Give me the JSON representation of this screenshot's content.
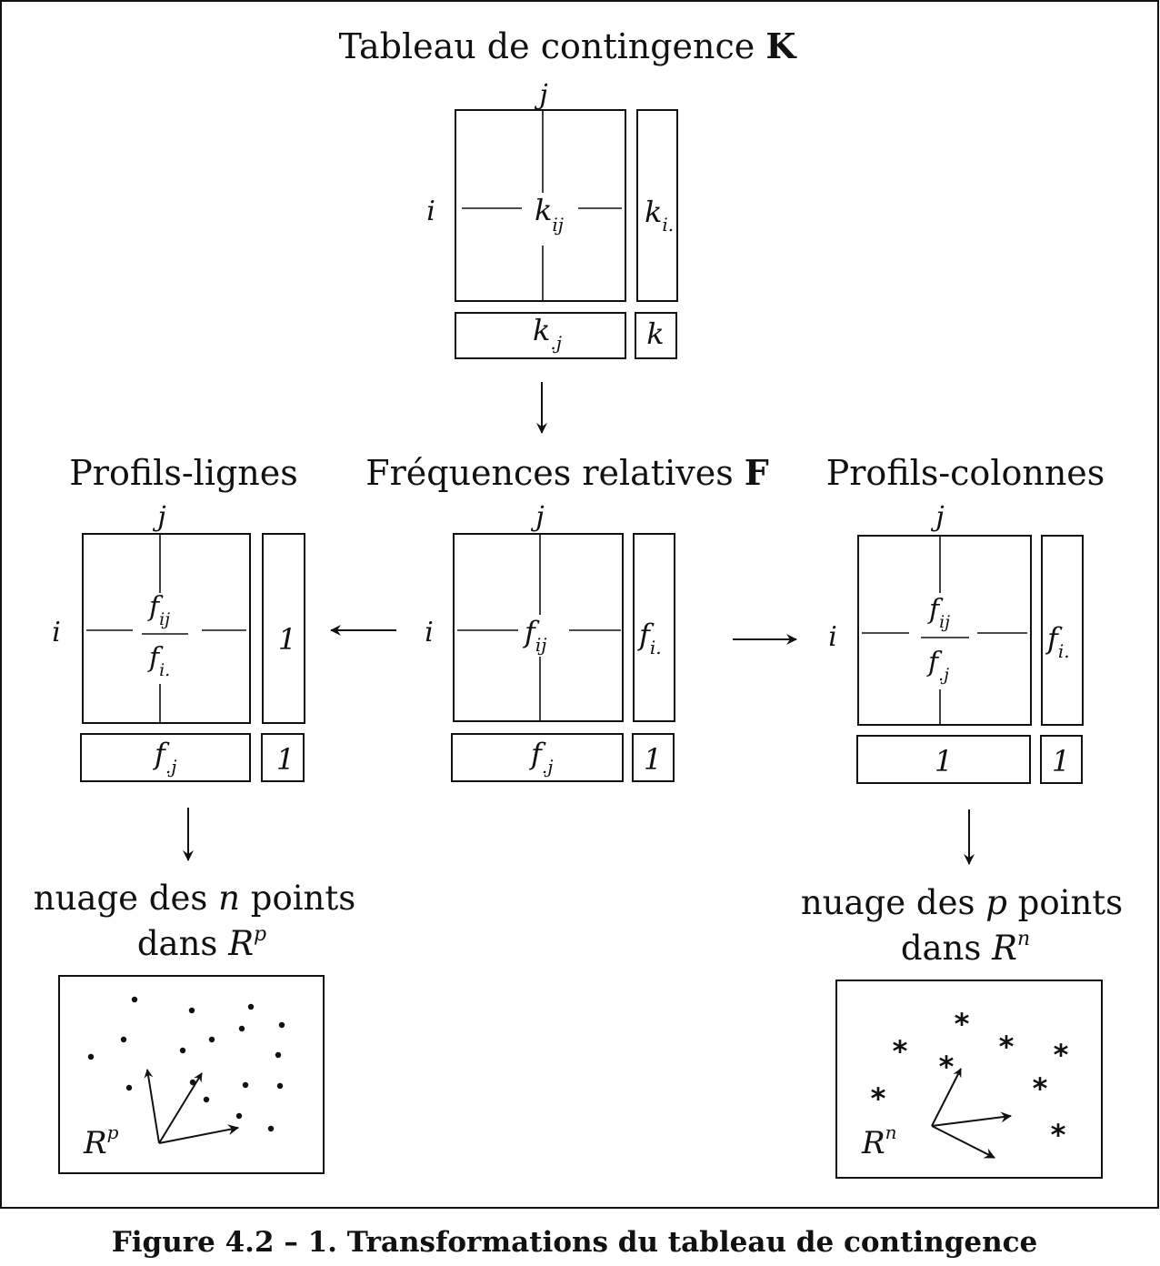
{
  "top": {
    "title": "Tableau de contingence ",
    "title_bold": "K",
    "j": "j",
    "i": "i",
    "cell_base": "k",
    "cell_sub": "ij",
    "row_margin_base": "k",
    "row_margin_sub": "i.",
    "col_margin_base": "k",
    "col_margin_sub": ".j",
    "total": "k"
  },
  "middle": {
    "title": "Fréquences relatives ",
    "title_bold": "F",
    "j": "j",
    "i": "i",
    "cell_base": "f",
    "cell_sub": "ij",
    "row_margin_base": "f",
    "row_margin_sub": "i.",
    "col_margin_base": "f",
    "col_margin_sub": ".j",
    "total": "1"
  },
  "left": {
    "title": "Profils-lignes",
    "j": "j",
    "i": "i",
    "num_base": "f",
    "num_sub": "ij",
    "den_base": "f",
    "den_sub": "i.",
    "row_margin": "1",
    "col_margin_base": "f",
    "col_margin_sub": ".j",
    "total": "1",
    "cloud_line1_a": "nuage des ",
    "cloud_line1_var": "n",
    "cloud_line1_b": " points",
    "cloud_line2_a": "dans ",
    "cloud_line2_space": "R",
    "cloud_line2_sup": "p",
    "cloud_label": "R",
    "cloud_label_sup": "p",
    "marker": "•"
  },
  "right": {
    "title": "Profils-colonnes",
    "j": "j",
    "i": "i",
    "num_base": "f",
    "num_sub": "ij",
    "den_base": "f",
    "den_sub": ".j",
    "row_margin_base": "f",
    "row_margin_sub": "i.",
    "col_margin": "1",
    "total": "1",
    "cloud_line1_a": "nuage des ",
    "cloud_line1_var": "p",
    "cloud_line1_b": " points",
    "cloud_line2_a": "dans ",
    "cloud_line2_space": "R",
    "cloud_line2_sup": "n",
    "cloud_label": "R",
    "cloud_label_sup": "n",
    "marker": "*"
  },
  "caption": "Figure 4.2 – 1. Transformations du tableau de contingence"
}
